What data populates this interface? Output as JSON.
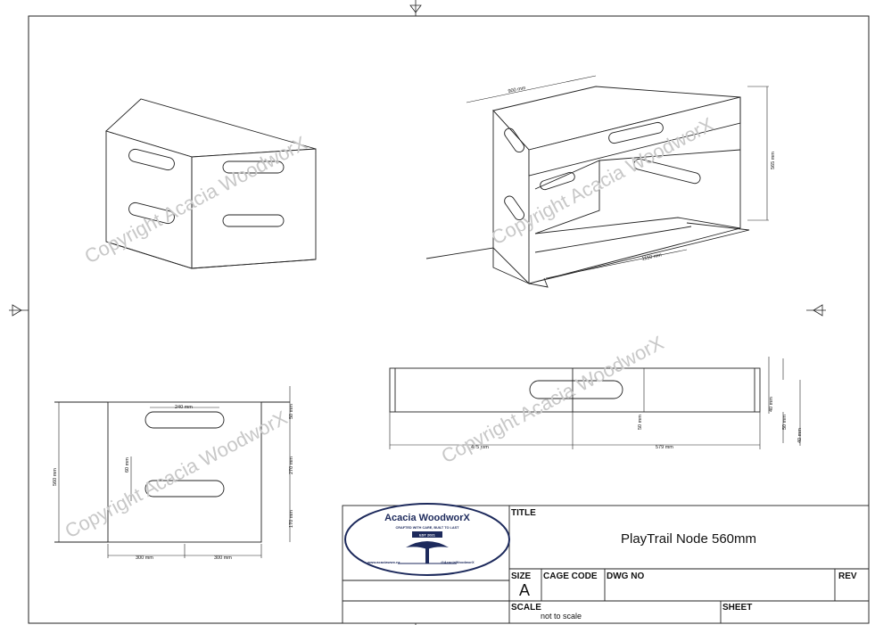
{
  "watermark": "Copyright Acacia WoodworX",
  "logo": {
    "name": "Acacia WoodworX",
    "tagline": "CRAFTED WITH CARE, BUILT TO LAST",
    "est": "EST 2021",
    "website": "www.acaciawwx.nz",
    "social": "@AcaciaWoodworX"
  },
  "title_block": {
    "title_label": "TITLE",
    "title": "PlayTrail Node 560mm",
    "size_label": "SIZE",
    "size_value": "A",
    "cage_code_label": "CAGE CODE",
    "dwg_no_label": "DWG NO",
    "rev_label": "REV",
    "scale_label": "SCALE",
    "scale_value": "not to scale",
    "sheet_label": "SHEET"
  },
  "dimensions": {
    "iso_top": "900 mm",
    "iso_height": "565 mm",
    "iso_bottom": "1150 mm",
    "side_slot_width": "240 mm",
    "side_height": "560 mm",
    "side_top_offset": "50 mm",
    "side_slot_gap": "270 mm",
    "side_slot_height": "60 mm",
    "side_bottom_offset": "170 mm",
    "side_left_base": "300 mm",
    "side_right_base": "300 mm",
    "front_left_width": "475 mm",
    "front_right_width": "579 mm",
    "front_slot_height": "50 mm",
    "front_right_top": "40 mm",
    "front_right_mid": "50 mm",
    "front_right_bottom": "40 mm"
  }
}
